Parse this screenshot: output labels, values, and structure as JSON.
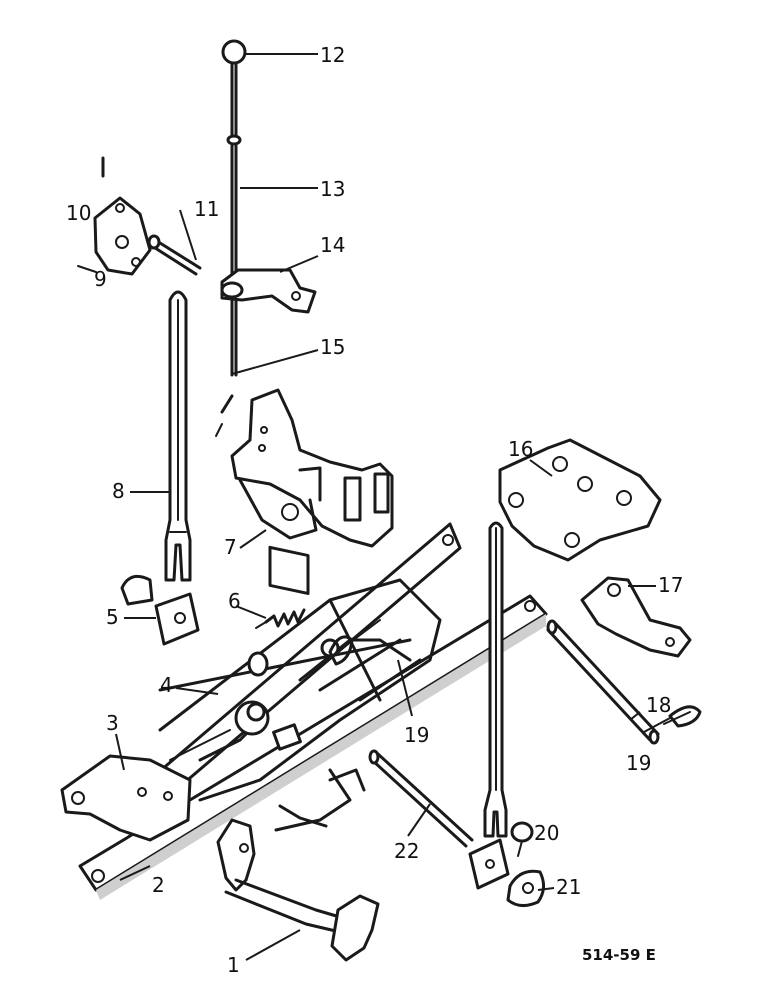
{
  "diagram": {
    "reference_code": "514-59 E",
    "callouts": [
      {
        "id": "c1",
        "text": "1"
      },
      {
        "id": "c2",
        "text": "2"
      },
      {
        "id": "c3",
        "text": "3"
      },
      {
        "id": "c4",
        "text": "4"
      },
      {
        "id": "c5",
        "text": "5"
      },
      {
        "id": "c6",
        "text": "6"
      },
      {
        "id": "c7",
        "text": "7"
      },
      {
        "id": "c8",
        "text": "8"
      },
      {
        "id": "c9",
        "text": "9"
      },
      {
        "id": "c10",
        "text": "10"
      },
      {
        "id": "c11",
        "text": "11"
      },
      {
        "id": "c12",
        "text": "12"
      },
      {
        "id": "c13",
        "text": "13"
      },
      {
        "id": "c14",
        "text": "14"
      },
      {
        "id": "c15",
        "text": "15"
      },
      {
        "id": "c16",
        "text": "16"
      },
      {
        "id": "c17",
        "text": "17"
      },
      {
        "id": "c18",
        "text": "18"
      },
      {
        "id": "c19a",
        "text": "19"
      },
      {
        "id": "c19b",
        "text": "19"
      },
      {
        "id": "c20",
        "text": "20"
      },
      {
        "id": "c21",
        "text": "21"
      },
      {
        "id": "c22",
        "text": "22"
      }
    ]
  }
}
